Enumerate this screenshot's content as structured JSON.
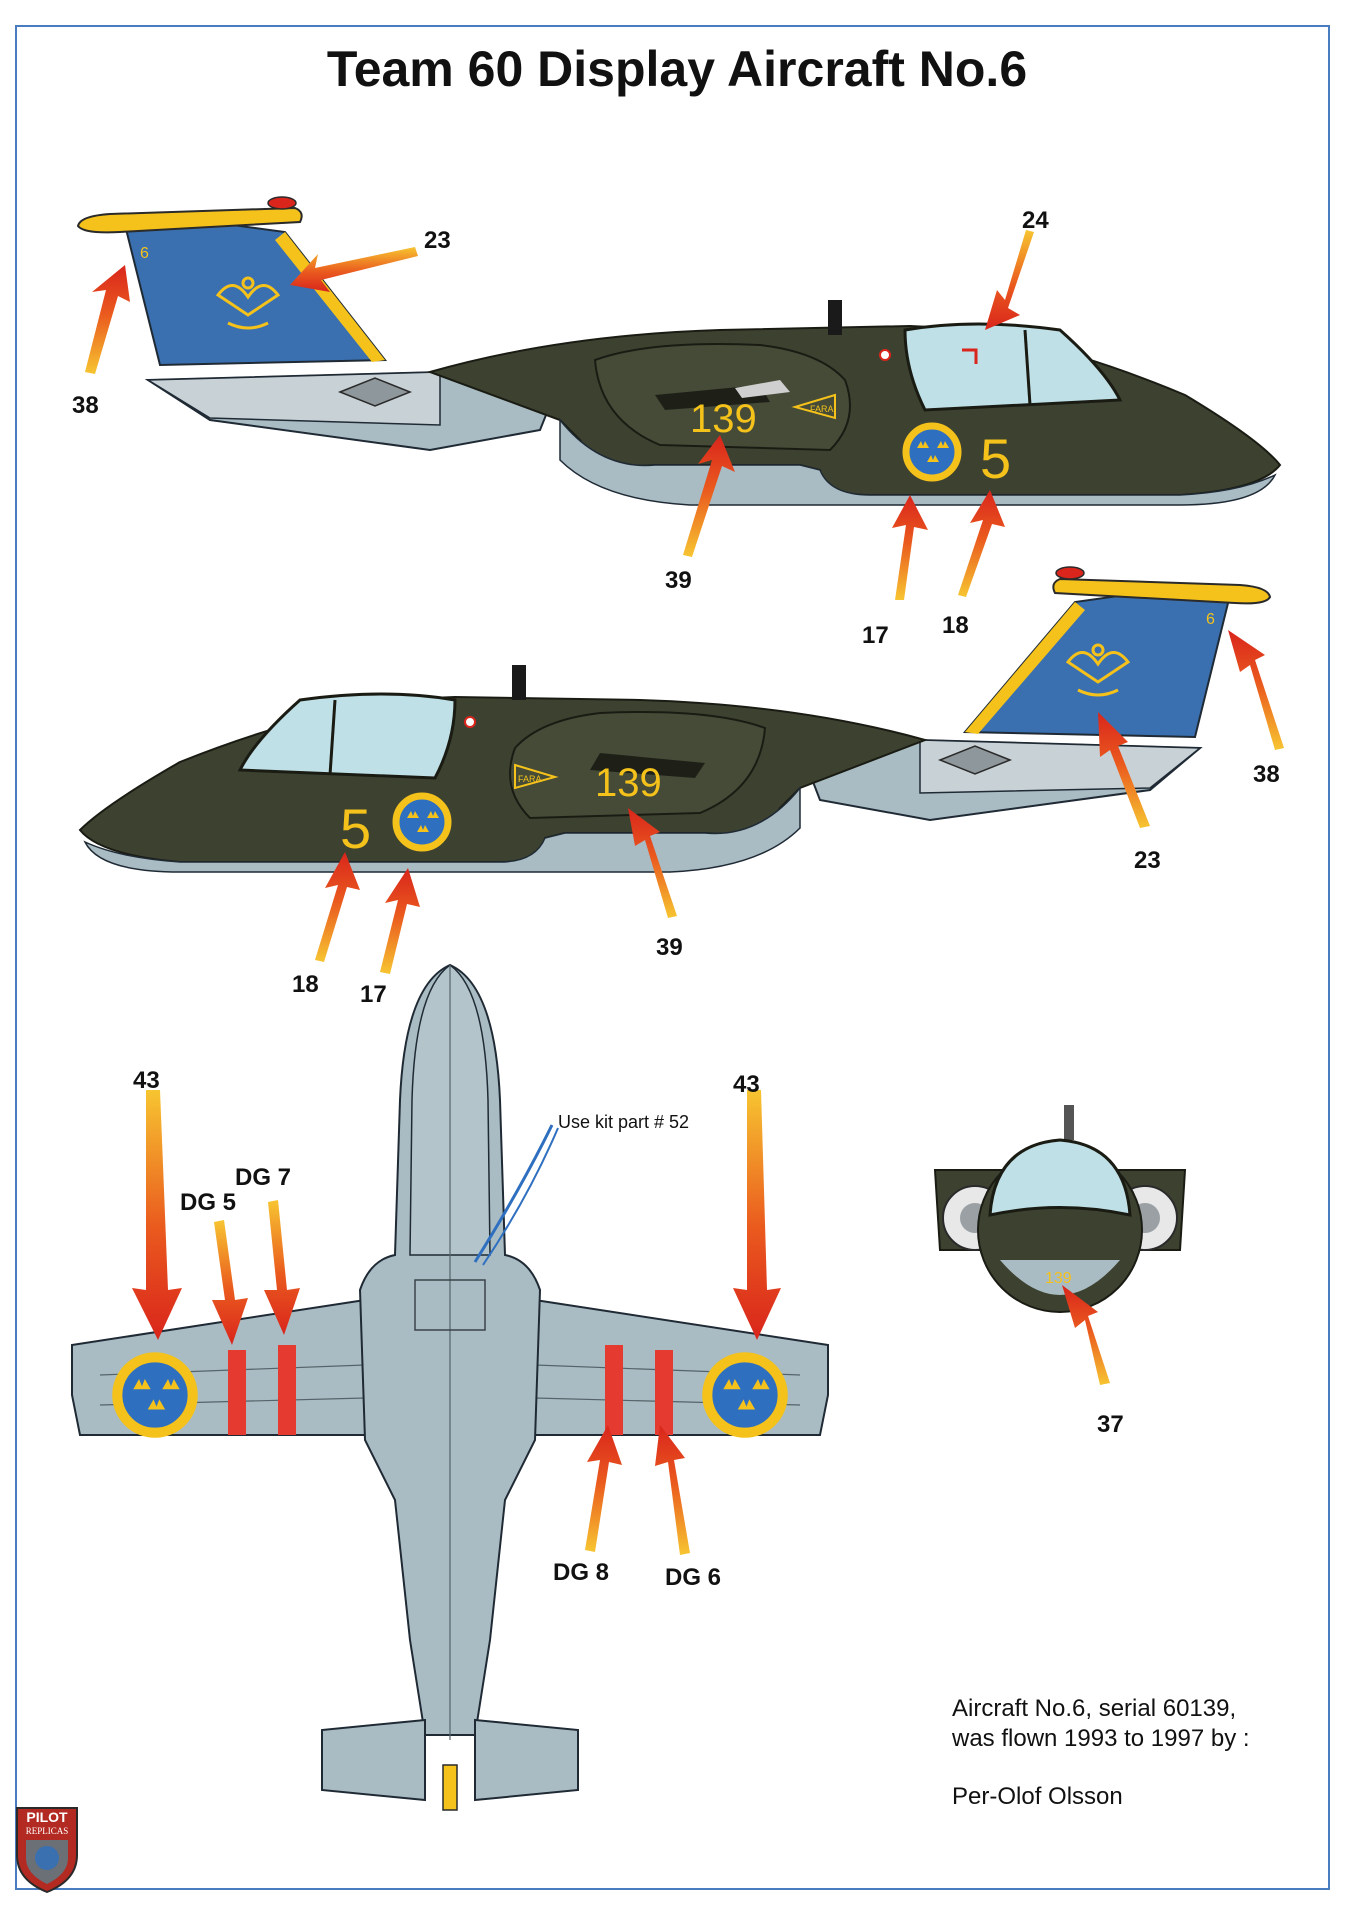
{
  "title": "Team 60 Display Aircraft No.6",
  "colors": {
    "frame": "#4a7cc0",
    "camo_green": "#3d4230",
    "belly_grey": "#a9bcc3",
    "tail_blue": "#3a6fb0",
    "yellow": "#f4c21b",
    "arrow_red": "#d9251c",
    "canopy": "#bfe0e6"
  },
  "callouts": {
    "c38a": "38",
    "c23a": "23",
    "c24": "24",
    "c39a": "39",
    "c17a": "17",
    "c18a": "18",
    "c38b": "38",
    "c23b": "23",
    "c39b": "39",
    "c18b": "18",
    "c17b": "17",
    "c43a": "43",
    "c43b": "43",
    "dg5": "DG 5",
    "dg7": "DG 7",
    "dg8": "DG 8",
    "dg6": "DG 6",
    "c37": "37"
  },
  "kit_note": "Use kit part # 52",
  "markings": {
    "fuselage_number": "5",
    "serial_short": "139",
    "tail_number": "6",
    "fara": "FARA"
  },
  "info": {
    "line1": "Aircraft No.6, serial 60139,",
    "line2": "was flown 1993 to 1997 by :",
    "pilot": "Per-Olof Olsson"
  },
  "logo": {
    "line1": "PILOT",
    "line2": "REPLICAS"
  }
}
